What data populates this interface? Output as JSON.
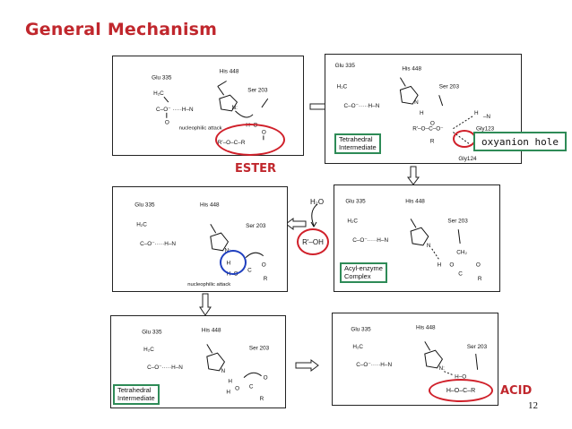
{
  "slide": {
    "title": "General Mechanism",
    "page_number": "12"
  },
  "labels": {
    "ester": "ESTER",
    "acid": "ACID",
    "oxyanion_hole": "oxyanion hole"
  },
  "panel_labels": {
    "p2_box": "Tetrahedral\nIntermediate",
    "p3_box": "Acyl-enzyme\nComplex",
    "p5_box": "Tetrahedral\nIntermediate"
  },
  "residues": {
    "glu": "Glu 335",
    "his": "His 448",
    "ser": "Ser 203",
    "gly123": "Gly123",
    "gly124": "Gly124"
  },
  "annotations": {
    "nucleophilic_attack": "nucleophilic attack",
    "water": "H₂O",
    "alcohol": "R'–OH",
    "ester_group": "R'–O–C–R",
    "acid_group": "H–O–C–R"
  },
  "colors": {
    "title": "#c0272d",
    "red_circle": "#d0202a",
    "blue_circle": "#1f3fbf",
    "green_box": "#2e8b57"
  }
}
